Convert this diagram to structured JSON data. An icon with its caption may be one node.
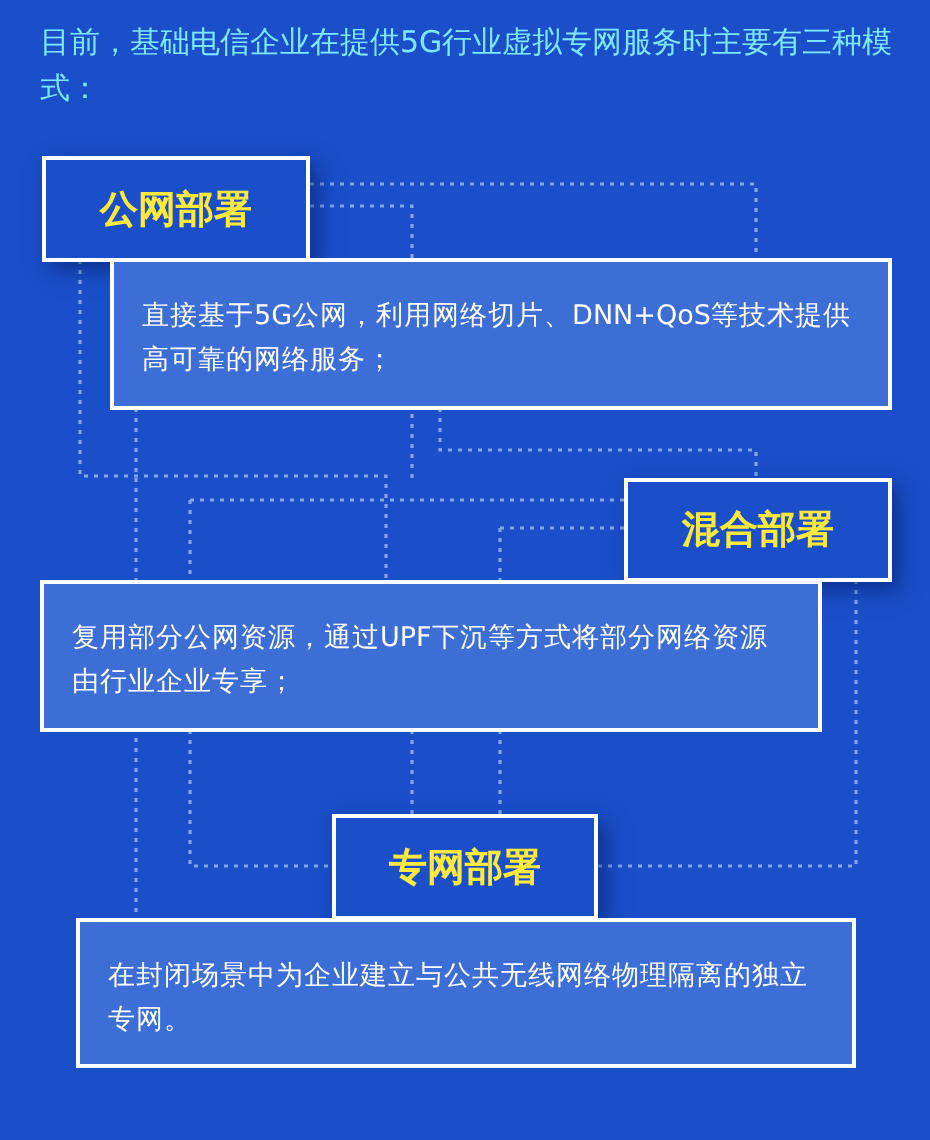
{
  "diagram": {
    "title": "目前，基础电信企业在提供5G行业虚拟专网服务时主要有三种模式：",
    "nodes": [
      {
        "text": [
          "公网部署"
        ]
      },
      {
        "text": [
          "直接基于5G公网，利用网络切片、DNN+QoS等技术提供高可靠的网络服务；"
        ]
      },
      {
        "text": [
          "混合部署"
        ]
      },
      {
        "text": [
          "复用部分公网资源，通过UPF下沉等方式将部分网络资源由行业企业专享；"
        ]
      },
      {
        "text": [
          "专网部署"
        ]
      },
      {
        "text": [
          "在封闭场景中为企业建立与公共无线网络物理隔离的独立专网。"
        ]
      }
    ]
  }
}
